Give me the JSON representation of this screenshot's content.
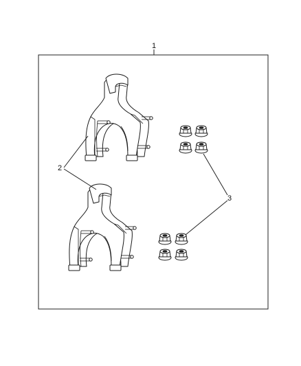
{
  "callouts": {
    "kit": "1",
    "bracket": "2",
    "nuts": "3"
  },
  "parts": {
    "bracket": {
      "count": 2,
      "studs_each": 4
    },
    "nut": {
      "count": 8
    }
  }
}
